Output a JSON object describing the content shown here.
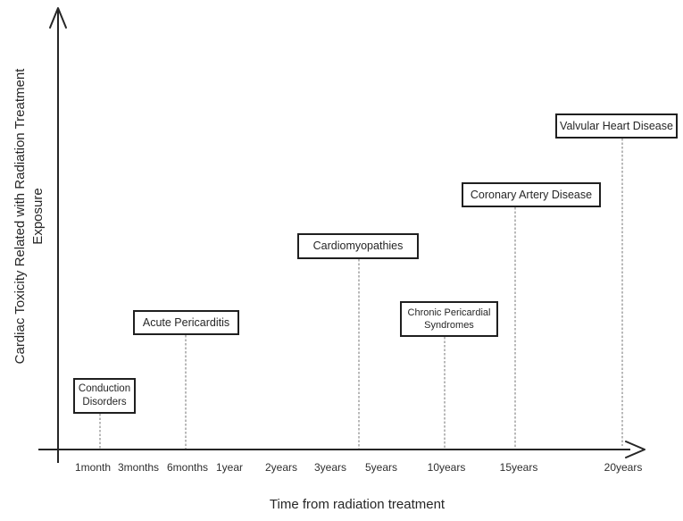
{
  "chart_data": {
    "type": "timeline",
    "title": "",
    "xlabel": "Time from radiation treatment",
    "ylabel": "Cardiac Toxicity Related with Radiation Treatment Exposure",
    "ylabel_lines": [
      "Cardiac Toxicity Related with Radiation Treatment",
      "Exposure"
    ],
    "x_tick_labels": [
      "1month",
      "3months",
      "6months",
      "1year",
      "2years",
      "3years",
      "5years",
      "10years",
      "15years",
      "20years"
    ],
    "axes": {
      "x_arrow": true,
      "y_arrow": true,
      "y_tick_labels": "none",
      "grid": false
    },
    "events": [
      {
        "label": "Conduction Disorders",
        "onset": "1month",
        "height_rank": 1
      },
      {
        "label": "Acute Pericarditis",
        "onset": "6months",
        "height_rank": 2
      },
      {
        "label": "Cardiomyopathies",
        "onset": "3-5years",
        "height_rank": 4
      },
      {
        "label": "Chronic Pericardial Syndromes",
        "onset": "10years",
        "height_rank": 3
      },
      {
        "label": "Coronary Artery Disease",
        "onset": "15years",
        "height_rank": 5
      },
      {
        "label": "Valvular Heart Disease",
        "onset": "20years",
        "height_rank": 6
      }
    ]
  }
}
